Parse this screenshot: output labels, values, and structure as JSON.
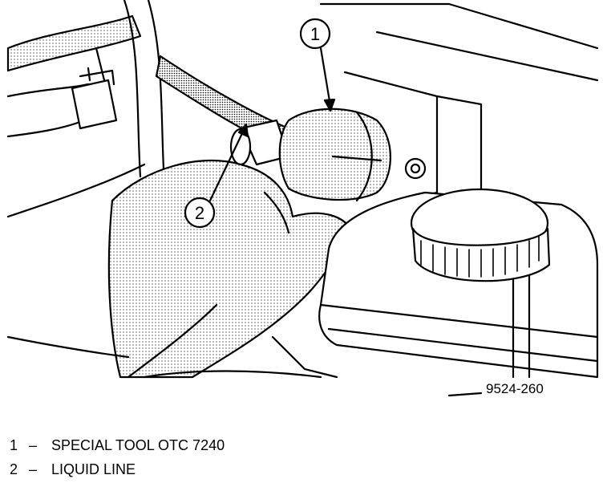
{
  "callouts": [
    {
      "number": "1"
    },
    {
      "number": "2"
    }
  ],
  "figure_id": "9524-260",
  "legend": [
    {
      "number": "1",
      "dash": "–",
      "text": "SPECIAL TOOL OTC 7240"
    },
    {
      "number": "2",
      "dash": "–",
      "text": "LIQUID LINE"
    }
  ]
}
